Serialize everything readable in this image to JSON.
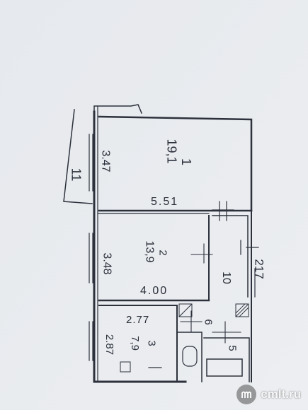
{
  "plan": {
    "rooms": [
      {
        "number": "1",
        "area": "19,1"
      },
      {
        "number": "2",
        "area": "13,9"
      },
      {
        "number": "3",
        "area": "7,9"
      },
      {
        "number": "10",
        "area": ""
      },
      {
        "number": "6",
        "area": ""
      },
      {
        "number": "5",
        "area": ""
      }
    ],
    "dimensions": {
      "room1_width": "5.51",
      "room1_height": "3.47",
      "room2_height": "3.48",
      "room2_width": "4.00",
      "room3_width": "2.77",
      "room3_height": "2.87",
      "balcony": "11",
      "east_mark": "217"
    },
    "room3_label": "3\n7,9"
  },
  "watermark": {
    "text": "cmlt.ru"
  },
  "colors": {
    "paper": "#e9ebee",
    "ink": "#2a2f3a"
  }
}
